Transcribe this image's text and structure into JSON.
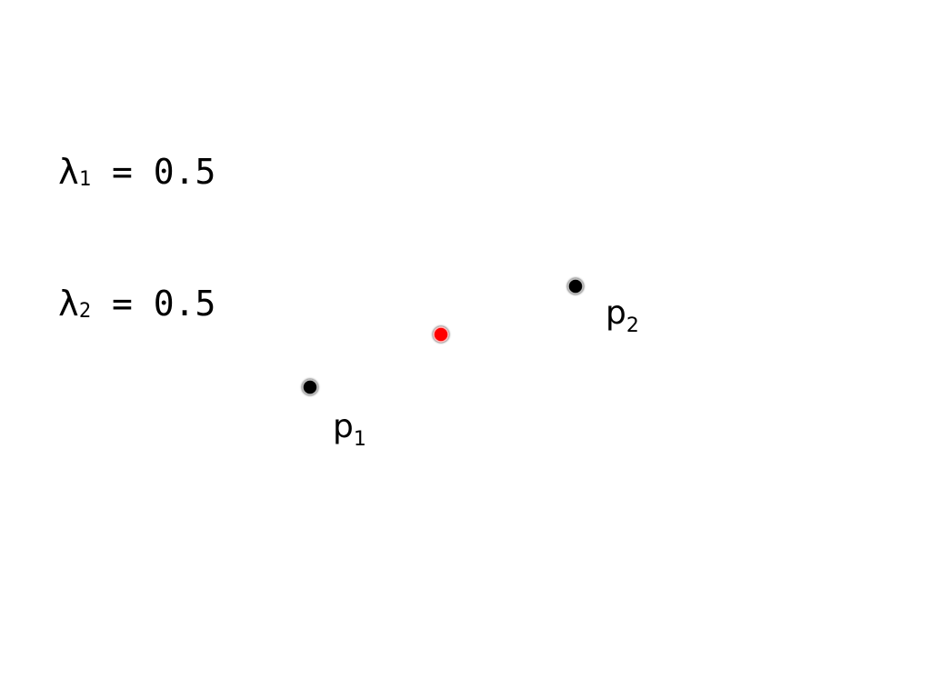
{
  "readout": {
    "lambda1": {
      "symbol": "λ",
      "subscript": "1",
      "equals": " = ",
      "value": "0.5"
    },
    "lambda2": {
      "symbol": "λ",
      "subscript": "2",
      "equals": " = ",
      "value": "0.5"
    }
  },
  "points": {
    "p1": {
      "base": "p",
      "subscript": "1",
      "color": "#000000"
    },
    "p2": {
      "base": "p",
      "subscript": "2",
      "color": "#000000"
    },
    "combination": {
      "color": "#ff0000"
    }
  }
}
